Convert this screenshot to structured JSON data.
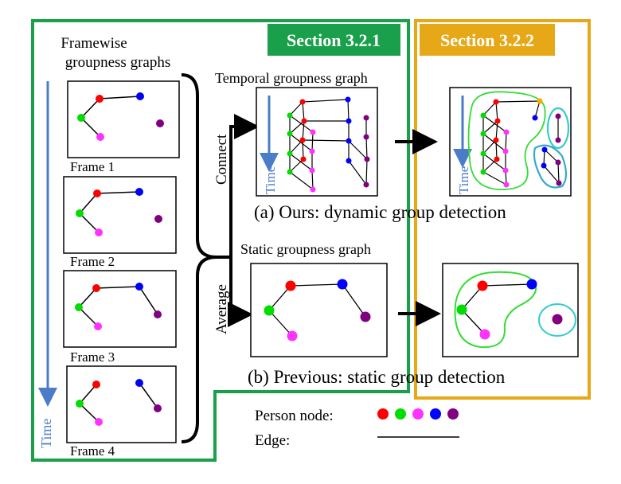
{
  "sections": {
    "left": {
      "label": "Section 3.2.1",
      "color": "#1aa04a"
    },
    "right": {
      "label": "Section 3.2.2",
      "color": "#e6a817"
    }
  },
  "left_panel": {
    "title_line1": "Framewise",
    "title_line2": "groupness graphs",
    "time_label": "Time",
    "frames": [
      "Frame 1",
      "Frame 2",
      "Frame 3",
      "Frame 4"
    ]
  },
  "ops": {
    "connect": "Connect",
    "average": "Average"
  },
  "temporal": {
    "title": "Temporal groupness graph",
    "time_label": "Time"
  },
  "static": {
    "title": "Static groupness graph"
  },
  "results": {
    "ours": "(a) Ours: dynamic group detection",
    "previous": "(b) Previous: static group detection",
    "time_label": "Time"
  },
  "legend": {
    "person_node": "Person node:",
    "edge": "Edge:",
    "node_colors": [
      "#ff0000",
      "#00dd00",
      "#ff33ff",
      "#0000ff",
      "#800080"
    ]
  },
  "colors": {
    "time_arrow": "#4a7cc9",
    "group_outline": "#33dd33",
    "group_outline2": "#33cccc",
    "orange_node": "#ffa500"
  }
}
